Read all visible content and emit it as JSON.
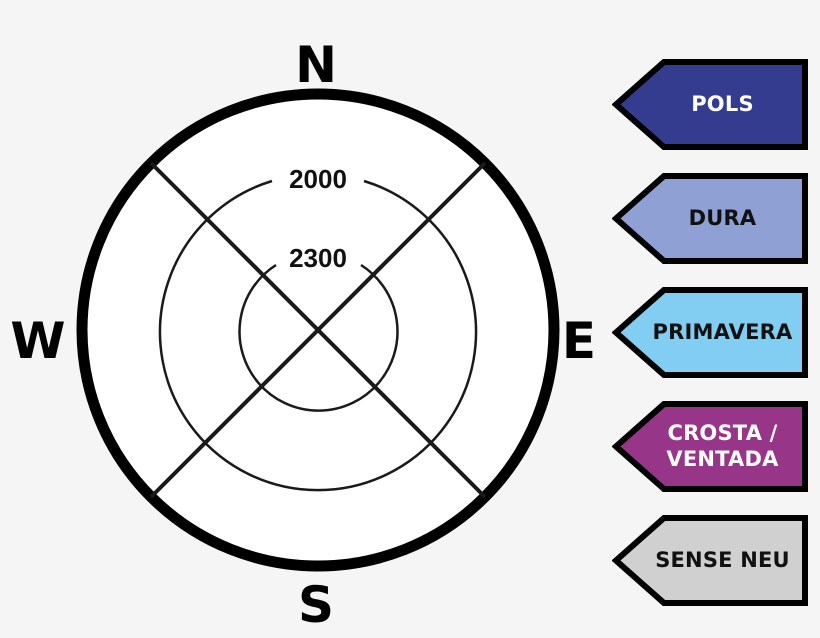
{
  "compass": {
    "north": "N",
    "south": "S",
    "east": "E",
    "west": "W",
    "rings": [
      {
        "label": "2000"
      },
      {
        "label": "2300"
      }
    ]
  },
  "legend": {
    "items": [
      {
        "label": "POLS",
        "fill": "#343c8f",
        "text_color": "#ffffff"
      },
      {
        "label": "DURA",
        "fill": "#8ea0d4",
        "text_color": "#111111"
      },
      {
        "label": "PRIMAVERA",
        "fill": "#82cdf2",
        "text_color": "#111111"
      },
      {
        "label": "CROSTA /\nVENTADA",
        "fill": "#973689",
        "text_color": "#ffffff"
      },
      {
        "label": "SENSE NEU",
        "fill": "#d0d0d0",
        "text_color": "#111111"
      }
    ]
  }
}
